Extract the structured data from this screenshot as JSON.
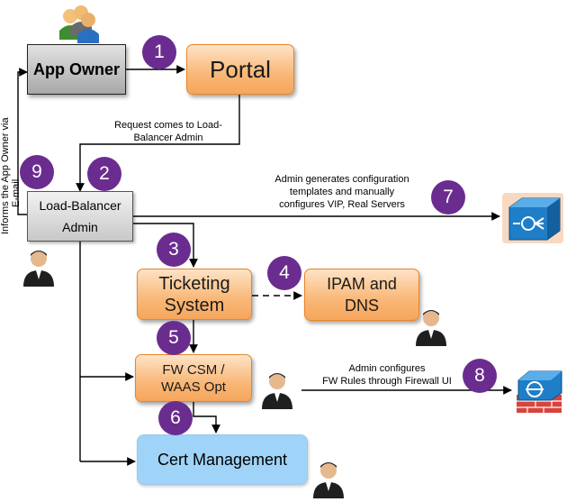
{
  "nodes": {
    "app_owner": "App Owner",
    "portal": "Portal",
    "lb_admin_line1": "Load-Balancer",
    "lb_admin_line2": "Admin",
    "ticketing_line1": "Ticketing",
    "ticketing_line2": "System",
    "ipam_line1": "IPAM and",
    "ipam_line2": "DNS",
    "fw_line1": "FW CSM /",
    "fw_line2": "WAAS Opt",
    "cert": "Cert Management"
  },
  "steps": [
    "1",
    "2",
    "3",
    "4",
    "5",
    "6",
    "7",
    "8",
    "9"
  ],
  "notes": {
    "request_line1": "Request comes to Load-",
    "request_line2": "Balancer Admin",
    "informs_line1": "Informs the App Owner via",
    "informs_line2": "E-mail",
    "admin_gen_line1": "Admin generates configuration",
    "admin_gen_line2": "templates  and manually",
    "admin_gen_line3": "configures VIP, Real Servers",
    "admin_fw_line1": "Admin configures",
    "admin_fw_line2": "FW Rules through Firewall UI"
  },
  "colors": {
    "badge": "#6b2c8f",
    "orange_border": "#e8852a",
    "blue_box": "#9fd3f7",
    "device_blue": "#1f7ec8"
  },
  "icons": [
    "users-group-icon",
    "person-icon",
    "load-balancer-device-icon",
    "firewall-device-icon"
  ]
}
